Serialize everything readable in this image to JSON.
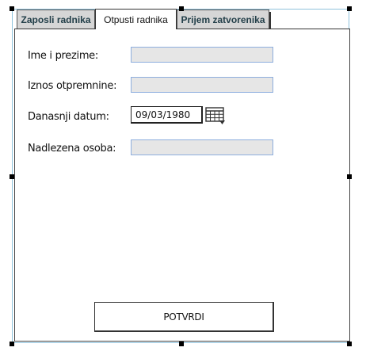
{
  "tabs": [
    {
      "label": "Zaposli radnika",
      "active": false
    },
    {
      "label": "Otpusti radnika",
      "active": true
    },
    {
      "label": "Prijem zatvorenika",
      "active": false
    }
  ],
  "form": {
    "name_label": "Ime i prezime:",
    "name_value": "",
    "severance_label": "Iznos otpremnine:",
    "severance_value": "",
    "date_label": "Danasnji datum:",
    "date_value": "09/03/1980",
    "calendar_icon": "calendar-icon",
    "official_label": "Nadlezena osoba:",
    "official_value": ""
  },
  "actions": {
    "confirm_label": "POTVRDI"
  },
  "colors": {
    "field_bg": "#e6e6e6",
    "field_border": "#8eaede",
    "inactive_tab_bg": "#d6d6d6",
    "inactive_tab_text": "#24404a",
    "selection_frame": "#8fc3dc"
  }
}
